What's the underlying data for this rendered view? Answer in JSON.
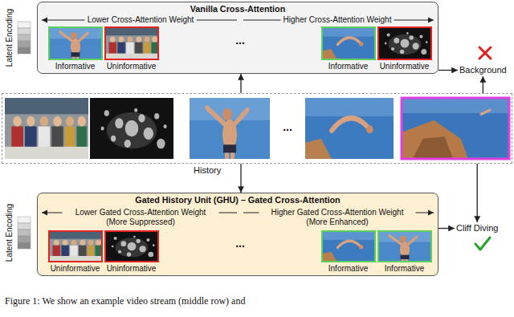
{
  "diagram": {
    "caption": "Figure 1: We show an example video stream (middle row) and",
    "nodes": [
      {
        "text": [
          "Vanilla Cross-Attention"
        ]
      },
      {
        "text": [
          "Informative"
        ],
        "in": 0
      },
      {
        "text": [
          "Uninformative"
        ],
        "in": 0
      },
      {
        "text": [
          "Informative"
        ],
        "in": 0
      },
      {
        "text": [
          "Uninformative"
        ],
        "in": 0
      },
      {
        "text": [
          "Background"
        ]
      },
      {
        "text": [
          "History"
        ]
      },
      {
        "text": [
          "Gated History Unit (GHU) – Gated Cross-Attention"
        ]
      },
      {
        "text": [
          "Uninformative"
        ],
        "in": 7
      },
      {
        "text": [
          "Uninformative"
        ],
        "in": 7
      },
      {
        "text": [
          "Informative"
        ],
        "in": 7
      },
      {
        "text": [
          "Informative"
        ],
        "in": 7
      },
      {
        "text": [
          "Cliff Diving"
        ]
      }
    ],
    "edges": [
      {
        "from": 6,
        "to": 0,
        "arrow": "to"
      },
      {
        "from": 6,
        "to": 7,
        "arrow": "to"
      },
      {
        "from": 0,
        "to": 5,
        "arrow": "to"
      },
      {
        "from": 6,
        "to": 5,
        "arrow": "to"
      },
      {
        "from": 7,
        "to": 12,
        "arrow": "to"
      },
      {
        "from": 6,
        "to": 12,
        "arrow": "to"
      }
    ],
    "labels": [
      "Latent Encoding",
      "Lower Cross-Attention Weight",
      "Higher Cross-Attention Weight",
      "...",
      "...",
      "Latent Encoding",
      "Lower Gated Cross-Attention Weight (More Suppressed)",
      "Higher Gated Cross-Attention Weight (More Enhanced)",
      "..."
    ]
  }
}
